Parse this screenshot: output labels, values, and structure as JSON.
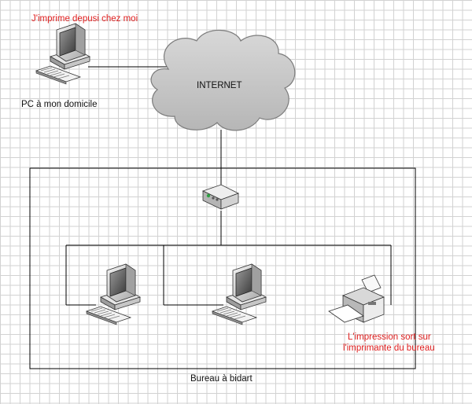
{
  "labels": {
    "home_note": "J'imprime depusi chez moi",
    "home_pc": "PC à mon domicile",
    "internet": "INTERNET",
    "office": "Bureau à bidart",
    "print_note_line1": "L'impression sort sur",
    "print_note_line2": "l'imprimante du bureau"
  },
  "colors": {
    "annotation": "#e02020",
    "text": "#111111",
    "cloud_fill": "#c9c9c9",
    "cloud_stroke": "#808080",
    "line": "#000000"
  },
  "icons": [
    "computer-icon",
    "router-icon",
    "printer-icon",
    "cloud-icon"
  ]
}
